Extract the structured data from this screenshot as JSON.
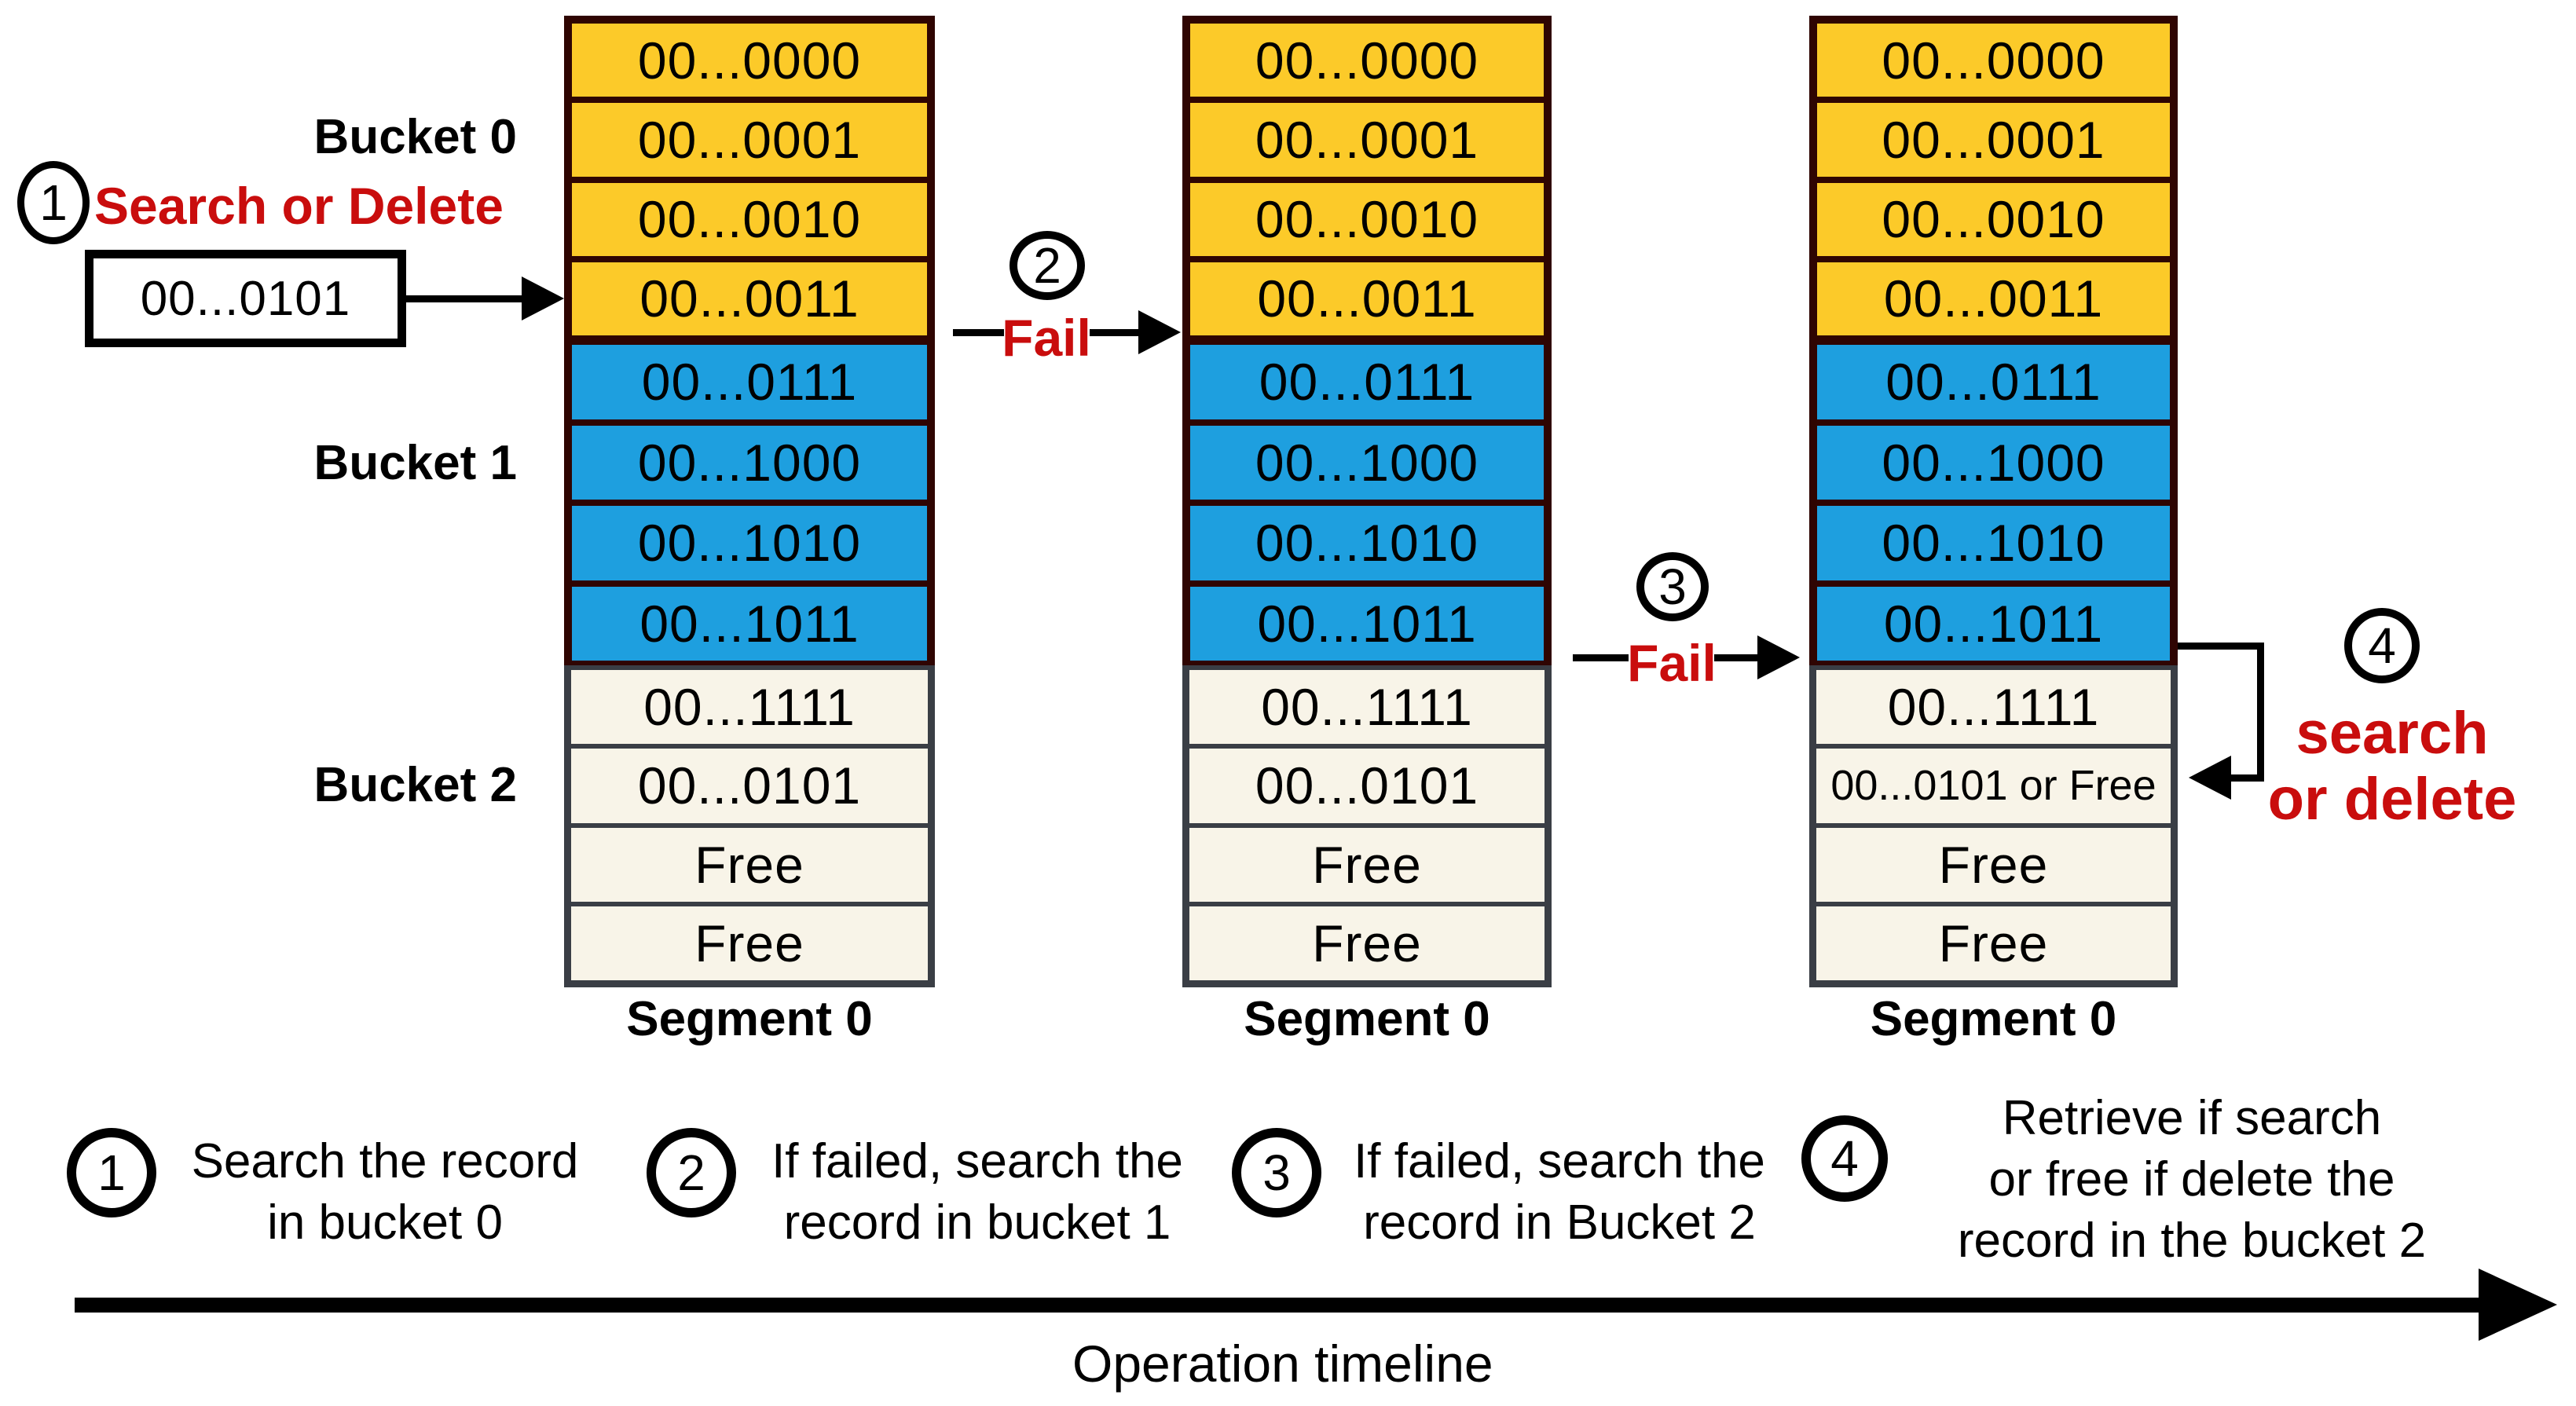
{
  "title": "Segment bucket search/delete operation diagram",
  "colors": {
    "bucket0_fill": "#fcca29",
    "bucket1_fill": "#1e9fdf",
    "bucket2_fill": "#f8f4e8",
    "bucket_border": "#2f0502",
    "bucket2_border": "#3a3e45",
    "annotation_red": "#c90d0d",
    "arrow_black": "#000000"
  },
  "bucket_labels": {
    "b0": "Bucket 0",
    "b1": "Bucket 1",
    "b2": "Bucket 2"
  },
  "segments": {
    "s0": "Segment 0",
    "s1": "Segment 0",
    "s2": "Segment 0"
  },
  "columns": [
    {
      "yellow": [
        "00...0000",
        "00...0001",
        "00...0010",
        "00...0011"
      ],
      "blue": [
        "00...0111",
        "00...1000",
        "00...1010",
        "00...1011"
      ],
      "cream": [
        "00...1111",
        "00...0101",
        "Free",
        "Free"
      ]
    },
    {
      "yellow": [
        "00...0000",
        "00...0001",
        "00...0010",
        "00...0011"
      ],
      "blue": [
        "00...0111",
        "00...1000",
        "00...1010",
        "00...1011"
      ],
      "cream": [
        "00...1111",
        "00...0101",
        "Free",
        "Free"
      ]
    },
    {
      "yellow": [
        "00...0000",
        "00...0001",
        "00...0010",
        "00...0011"
      ],
      "blue": [
        "00...0111",
        "00...1000",
        "00...1010",
        "00...1011"
      ],
      "cream": [
        "00...1111",
        "00...0101 or Free",
        "Free",
        "Free"
      ]
    }
  ],
  "steps": {
    "c1": "1",
    "c2": "2",
    "c3": "3",
    "c4": "4",
    "step1_label": "Search or Delete",
    "key_value": "00...0101",
    "fail2": "Fail",
    "fail3": "Fail",
    "step4_line1": "search",
    "step4_line2": "or delete"
  },
  "legend": [
    {
      "num": "1",
      "line1": "Search the record",
      "line2": "in bucket 0"
    },
    {
      "num": "2",
      "line1": "If failed, search the",
      "line2": "record in bucket 1"
    },
    {
      "num": "3",
      "line1": "If failed, search the",
      "line2": "record in Bucket 2"
    },
    {
      "num": "4",
      "line1": "Retrieve if search",
      "line2": "or free if delete the",
      "line3": "record in the bucket 2"
    }
  ],
  "timeline_label": "Operation timeline"
}
